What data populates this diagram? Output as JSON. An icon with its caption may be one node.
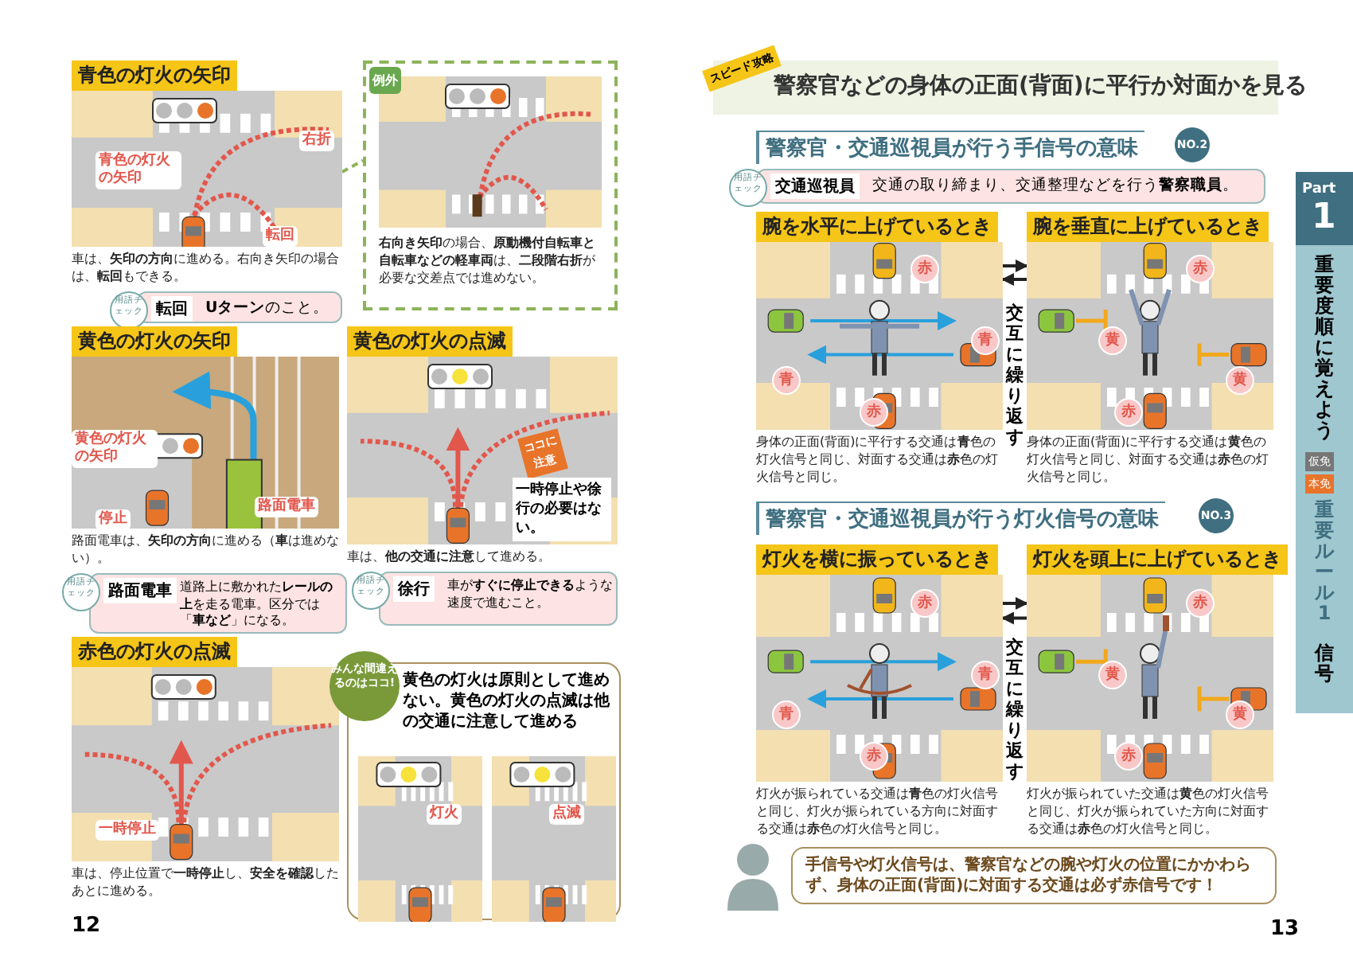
{
  "diagram": {
    "nodes": [
      {
        "text": [
          "青色の灯火の矢印",
          "車は、**矢印の方向**に進める。右向き矢印の場合は、**転回**もできる。"
        ]
      },
      {
        "text": [
          "例外",
          "**右向き矢印**の場合、**原動機付自転車と自転車などの軽車両**は、**二段階右折**が必要な交差点では進めない。"
        ]
      },
      {
        "text": [
          "用語チェック",
          "転回",
          "**Uターン**のこと。"
        ]
      },
      {
        "text": [
          "黄色の灯火の矢印",
          "路面電車は、**矢印の方向**に進める（**車**は進めない）。"
        ]
      },
      {
        "text": [
          "用語チェック",
          "路面電車",
          "道路上に敷かれた**レールの上**を走る電車。区分では「**車など**」になる。"
        ]
      },
      {
        "text": [
          "黄色の灯火の点滅",
          "車は、**他の交通に注意**して進める。"
        ]
      },
      {
        "text": [
          "用語チェック",
          "徐行",
          "車が**すぐに停止できる**ような速度で進むこと。"
        ]
      },
      {
        "text": [
          "赤色の灯火の点滅",
          "車は、停止位置で**一時停止**し、**安全を確認**したあとに進める。"
        ]
      },
      {
        "text": [
          "みんな間違えるのはココ!",
          "黄色の灯火は原則として**進めない**。黄色の灯火の点滅は**他の交通に注意して**進める"
        ]
      },
      {
        "text": [
          "スピード攻略",
          "警察官などの身体の正面(背面)に平行か対面かを見る"
        ]
      },
      {
        "text": [
          "警察官・交通巡視員が行う手信号の意味",
          "NO.2"
        ]
      },
      {
        "text": [
          "用語チェック",
          "交通巡視員",
          "交通の取り締まり、交通整理などを行う**警察職員**。"
        ]
      },
      {
        "text": [
          "腕を水平に上げているとき",
          "身体の正面(背面)に平行する交通は**青**色の灯火信号と同じ、対面する交通は**赤**色の灯火信号と同じ。"
        ]
      },
      {
        "text": [
          "腕を垂直に上げているとき",
          "身体の正面(背面)に平行する交通は**黄**色の灯火信号と同じ、対面する交通は**赤**色の灯火信号と同じ。"
        ]
      },
      {
        "text": [
          "警察官・交通巡視員が行う灯火信号の意味",
          "NO.3"
        ]
      },
      {
        "text": [
          "灯火を横に振っているとき",
          "灯火が振られている交通は**青**色の灯火信号と同じ、灯火が振られている方向に対面する交通は**赤**色の灯火信号と同じ。"
        ]
      },
      {
        "text": [
          "灯火を頭上に上げているとき",
          "灯火が振られていた交通は**黄**色の灯火信号と同じ、灯火が振られていた方向に対面する交通は**赤**色の灯火信号と同じ。"
        ]
      },
      {
        "text": [
          "手信号や灯火信号は、警察官などの腕や灯火の位置にかかわらず、身体の正面(背面)に対面する交通は必ず**赤**信号です！"
        ]
      },
      {
        "text": [
          "Part",
          "1",
          "重要度順に覚えよう",
          "仮免",
          "本免",
          "重要ルール1",
          "信号"
        ]
      }
    ],
    "edges": [
      {
        "from": 0,
        "to": 1,
        "arrow": "none",
        "style": "dashed",
        "color": "#8db35a"
      },
      {
        "from": 12,
        "to": 13,
        "arrow": "to"
      },
      {
        "from": 13,
        "to": 12,
        "arrow": "to"
      },
      {
        "from": 15,
        "to": 16,
        "arrow": "to"
      },
      {
        "from": 16,
        "to": 15,
        "arrow": "to"
      }
    ],
    "labels": [
      "青色の灯火の矢印",
      "右折",
      "転回",
      "黄色の灯火の矢印",
      "停止",
      "路面電車",
      "ココに注意",
      "**一時停止**や**徐行**の必要はない。",
      "一時停止",
      "灯火",
      "点滅",
      "12",
      "赤",
      "青",
      "青",
      "赤",
      "赤",
      "黄",
      "黄",
      "赤",
      "交互に繰り返す",
      "赤",
      "青",
      "青",
      "赤",
      "赤",
      "黄",
      "黄",
      "赤",
      "交互に繰り返す",
      "13"
    ]
  }
}
